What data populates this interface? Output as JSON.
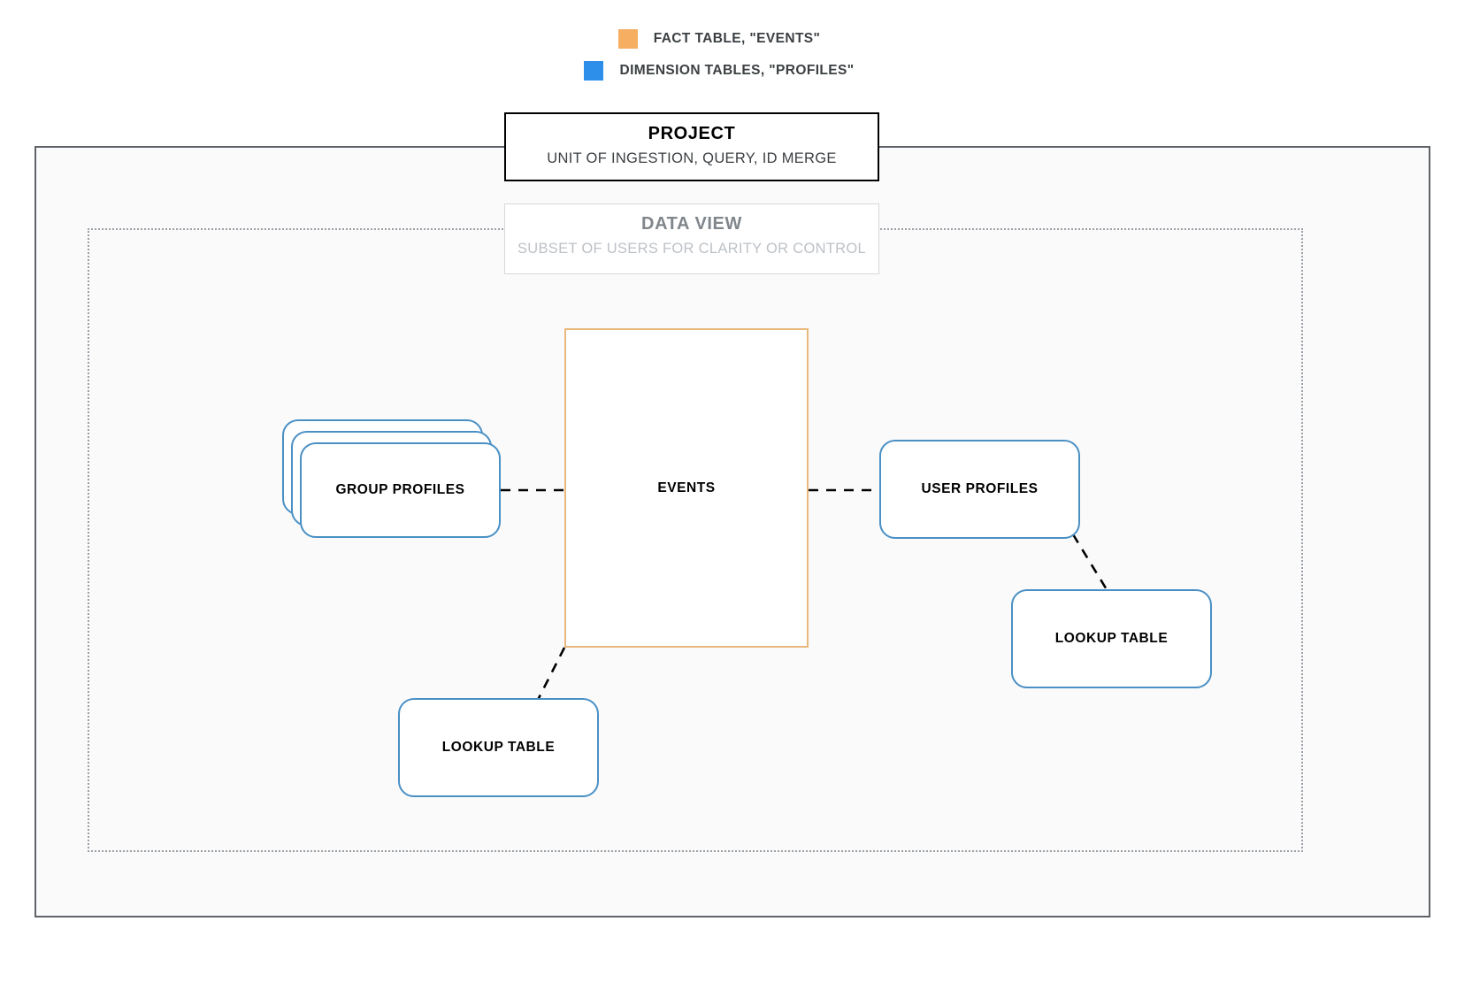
{
  "legend": {
    "items": [
      {
        "swatch_color": "#F5AE62",
        "label": "FACT TABLE, \"EVENTS\"",
        "icon": "orange-square-swatch"
      },
      {
        "swatch_color": "#2D8FEA",
        "label": "DIMENSION TABLES, \"PROFILES\"",
        "icon": "blue-square-swatch"
      }
    ]
  },
  "project": {
    "title": "PROJECT",
    "subtitle": "UNIT OF INGESTION, QUERY, ID MERGE"
  },
  "dataview": {
    "title": "DATA VIEW",
    "subtitle": "SUBSET OF USERS FOR CLARITY OR CONTROL"
  },
  "nodes": {
    "events": {
      "label": "EVENTS",
      "border_color": "#e8b87c",
      "type": "fact-table"
    },
    "group_profiles": {
      "label": "GROUP PROFILES",
      "border_color": "#4a90c4",
      "type": "dimension-table-stack",
      "stack_count": 3
    },
    "user_profiles": {
      "label": "USER PROFILES",
      "border_color": "#4a90c4",
      "type": "dimension-table"
    },
    "lookup_left": {
      "label": "LOOKUP TABLE",
      "border_color": "#4a90c4",
      "type": "dimension-table"
    },
    "lookup_right": {
      "label": "LOOKUP TABLE",
      "border_color": "#4a90c4",
      "type": "dimension-table"
    }
  },
  "connectors": [
    {
      "from": "group_profiles",
      "to": "events",
      "style": "dashed"
    },
    {
      "from": "events",
      "to": "user_profiles",
      "style": "dashed"
    },
    {
      "from": "events",
      "to": "lookup_left",
      "style": "dashed"
    },
    {
      "from": "user_profiles",
      "to": "lookup_right",
      "style": "dashed"
    }
  ],
  "containers": {
    "project_border_color": "#5f6368",
    "project_fill": "#fafafa",
    "dataview_border_color": "#9aa0a6"
  }
}
